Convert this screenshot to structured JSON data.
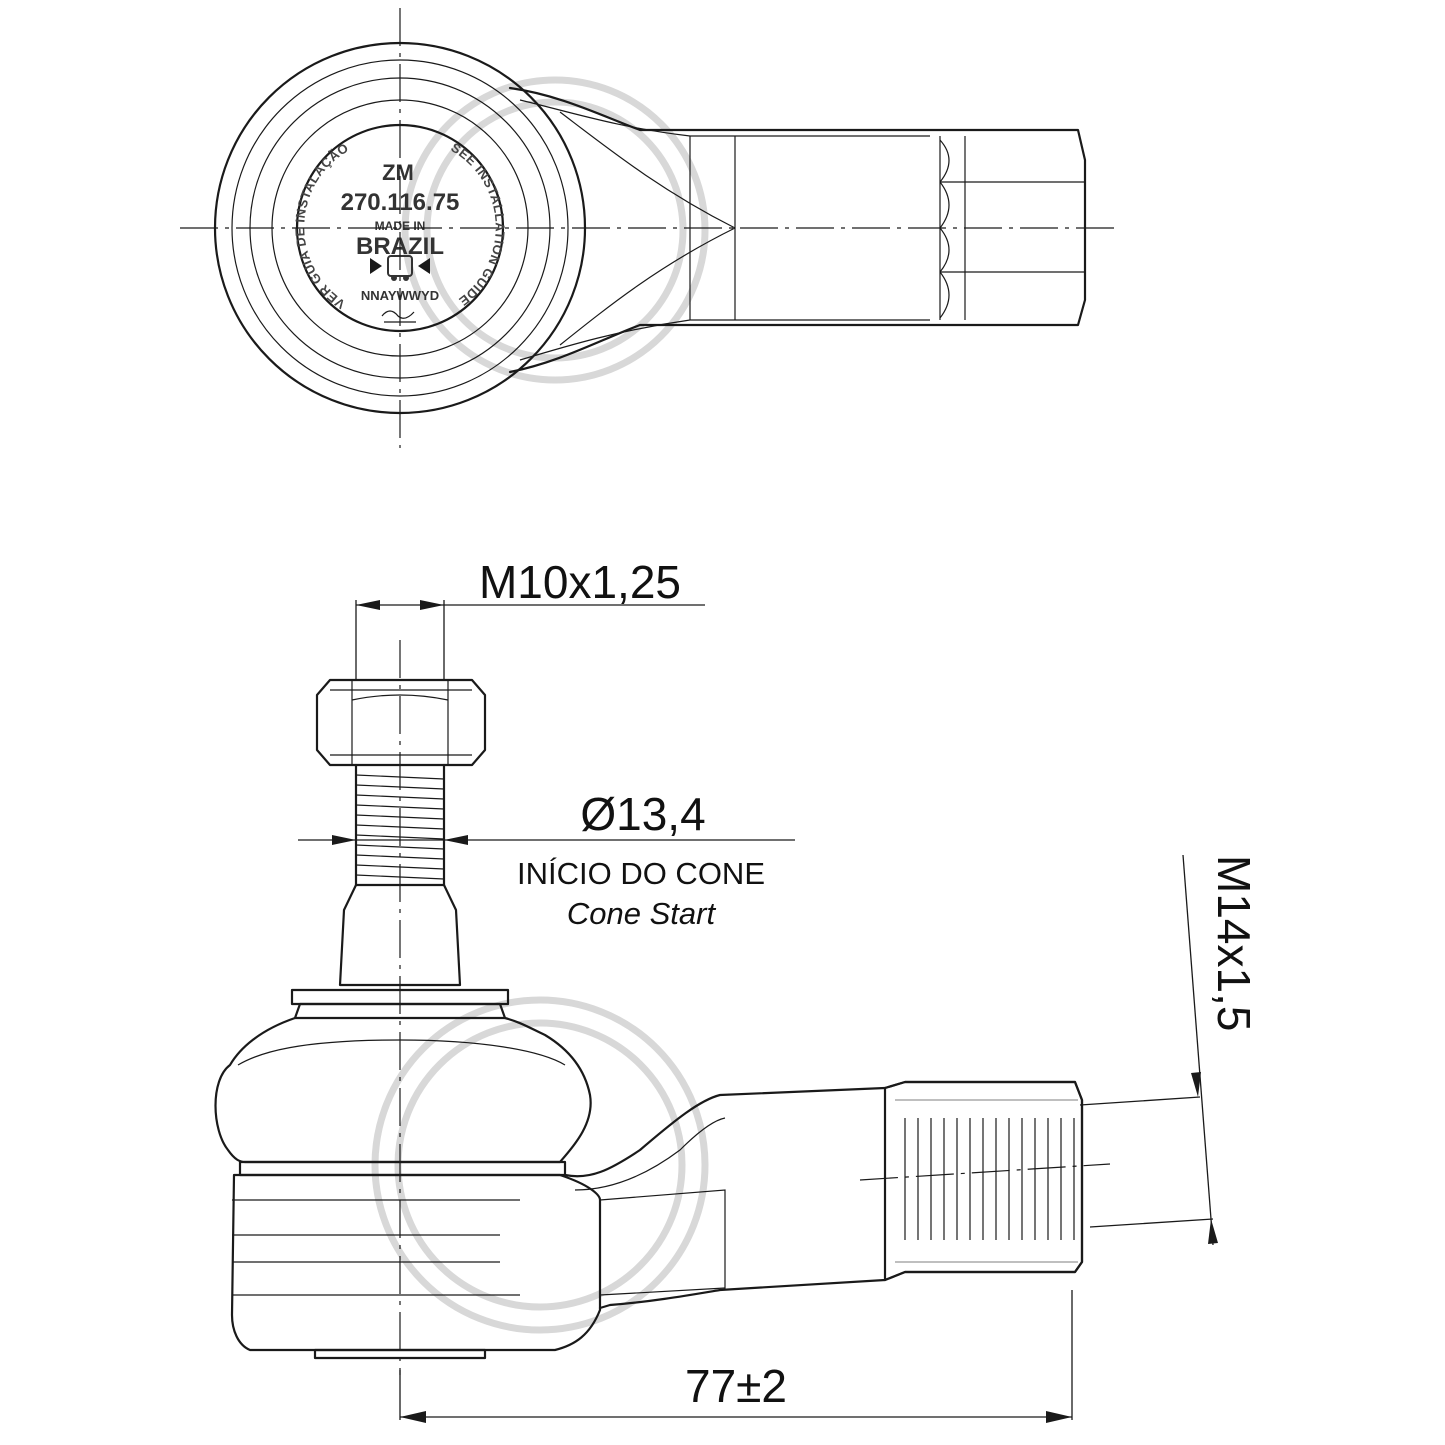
{
  "top_view": {
    "stamp": {
      "brand": "ZM",
      "part_number": "270.116.75",
      "made_in": "MADE IN",
      "country": "BRAZIL",
      "date_code": "NNAYWWYD",
      "ring_left": "VER GUIA DE INSTALAÇÃO",
      "ring_right": "SEE INSTALLATION GUIDE"
    }
  },
  "dimensions": {
    "stud_thread": "M10x1,25",
    "cone_diameter": "Ø13,4",
    "cone_note_pt": "INÍCIO DO CONE",
    "cone_note_en": "Cone Start",
    "shank_thread": "M14x1,5",
    "length": "77±2"
  },
  "colors": {
    "line": "#1a1a1a",
    "watermark": "#d8d8d8",
    "background": "#ffffff"
  }
}
